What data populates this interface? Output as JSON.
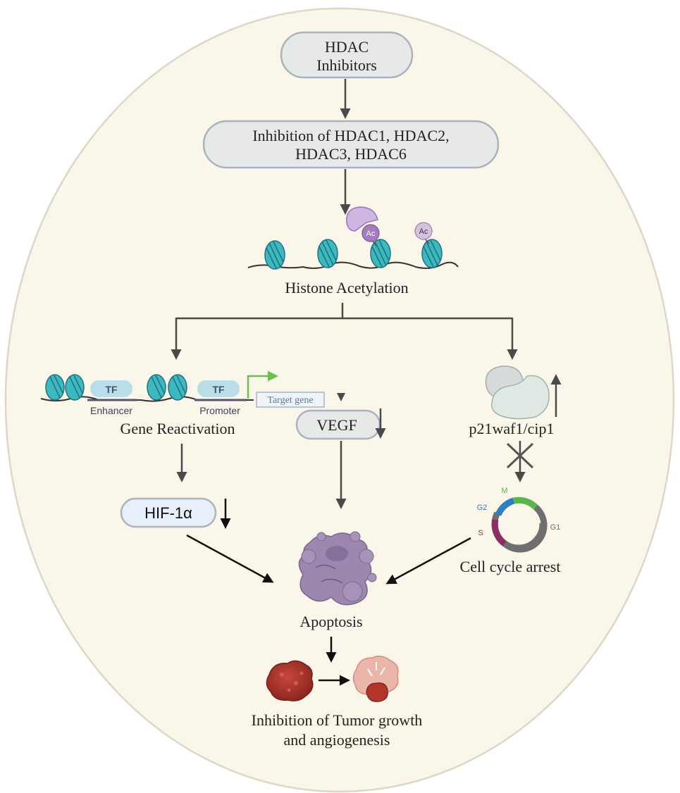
{
  "nodes": {
    "hdac_inhibitors": [
      "HDAC",
      "Inhibitors"
    ],
    "inhibition_of_hdac": [
      "Inhibition of HDAC1, HDAC2,",
      "HDAC3, HDAC6"
    ],
    "histone_acetylation": "Histone Acetylation",
    "gene_reactivation": "Gene Reactivation",
    "vegf": "VEGF",
    "p21": "p21waf1/cip1",
    "hif1a": "HIF-1α",
    "apoptosis": "Apoptosis",
    "cell_cycle_arrest": "Cell cycle arrest",
    "tumor_inhibition": [
      "Inhibition of Tumor growth",
      "and angiogenesis"
    ]
  },
  "labels": {
    "ac": "Ac",
    "tf": "TF",
    "enhancer": "Enhancer",
    "promoter": "Promoter",
    "target_gene": "Target gene",
    "cell_cycle": {
      "m": "M",
      "g2": "G2",
      "s": "S",
      "g1": "G1"
    }
  },
  "colors": {
    "background_oval": "#faf6ea",
    "oval_border": "#dcd7c8",
    "pill_fill": "#e7e9e9",
    "pill_border": "#aab3bd",
    "nucleosome": "#3cb8c0",
    "acetyl_purple": "#a57cc2",
    "tf_blue": "#b9dde9",
    "promoter_arrow": "#6dbf4f",
    "apoptosis_purple": "#9c88ae",
    "tumor_red": "#b0352b",
    "tumor_pink": "#ebb5a9",
    "phase_m": "#5ab54a",
    "phase_g2": "#2c7fc1",
    "phase_s": "#8b2e61",
    "phase_g1": "#6f6f6f"
  }
}
